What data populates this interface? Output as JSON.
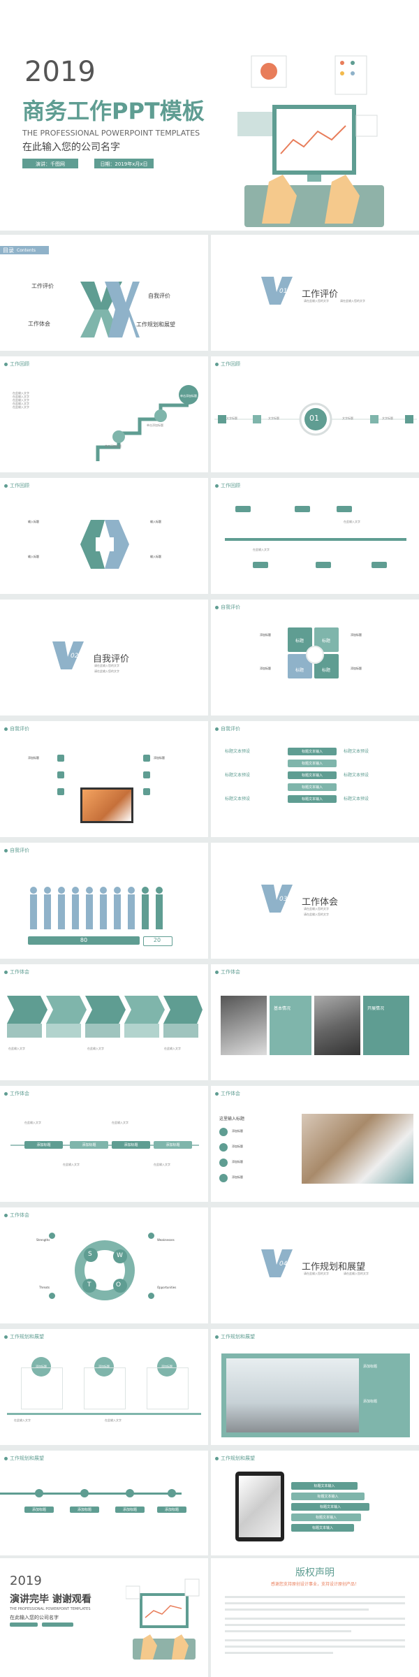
{
  "cover": {
    "year": "2019",
    "title": "商务工作PPT模板",
    "subtitle": "THE PROFESSIONAL POWERPOINT TEMPLATES",
    "company": "在此输入您的公司名字",
    "presenter": "演讲：千图网",
    "date": "日期：2019年x月x日"
  },
  "toc": {
    "label": "目录",
    "label_en": "Contents",
    "items": [
      "工作评价",
      "自我评价",
      "工作体会",
      "工作规划和展望"
    ]
  },
  "section": {
    "s01": {
      "num": "01",
      "title": "工作评价"
    },
    "s02": {
      "num": "02",
      "title": "自我评价"
    },
    "s03": {
      "num": "03",
      "title": "工作体会"
    },
    "s04": {
      "num": "04",
      "title": "工作规划和展望"
    },
    "bullet": "请在此输入您的文字",
    "bullet2": "请在此输入您的文字"
  },
  "headers": {
    "h1": "工作回顾",
    "h2": "自我评价",
    "h3": "工作体会",
    "h4": "工作规划和展望"
  },
  "labels": {
    "item_title": "单击添加标题",
    "add_title": "添加标题",
    "enter_title": "输入标题",
    "biaoti": "标题",
    "text_title": "文字标题",
    "body_text": "在此输入文字",
    "title_text_input": "标题文本输入",
    "title_text_predict": "标题文本预设",
    "title_text_enter": "标题文本输入",
    "input_title": "这里输入标题",
    "basic": "基本情况",
    "expand": "开展情况"
  },
  "circle_center": "01",
  "bar_values": [
    "80",
    "20"
  ],
  "swot": {
    "s": "S",
    "w": "W",
    "t": "T",
    "o": "O",
    "strengths": "Strengths",
    "weaknesses": "Weaknesses",
    "threats": "Threats",
    "opportunities": "Opportunities"
  },
  "plan_circles": [
    "添加标题",
    "添加标题",
    "添加标题"
  ],
  "timeline_labels": [
    "添加标题",
    "添加标题",
    "添加标题",
    "添加标题"
  ],
  "ending": {
    "year": "2019",
    "title": "演讲完毕 谢谢观看",
    "subtitle": "THE PROFESSIONAL POWERPOINT TEMPLATES",
    "company": "在此输入您的公司名字",
    "copyright_title": "版权声明",
    "copyright_sub": "感谢您支持原创设计事业，支持设计原创产品！"
  },
  "colors": {
    "teal": "#5f9d92",
    "blue": "#8fb2c9",
    "bg": "#e7ebeb"
  }
}
